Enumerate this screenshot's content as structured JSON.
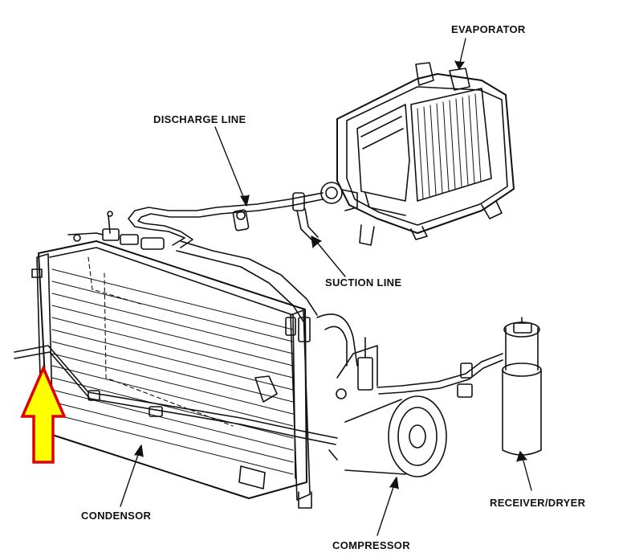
{
  "labels": {
    "evaporator": "EVAPORATOR",
    "discharge_line": "DISCHARGE LINE",
    "suction_line": "SUCTION LINE",
    "condensor": "CONDENSOR",
    "receiver_dryer": "RECEIVER/DRYER",
    "compressor": "COMPRESSOR"
  },
  "colors": {
    "ink": "#111111",
    "arrow_fill": "#ffff00",
    "arrow_stroke": "#e00000",
    "background": "#ffffff"
  },
  "highlight": {
    "icon": "up-arrow-icon"
  }
}
